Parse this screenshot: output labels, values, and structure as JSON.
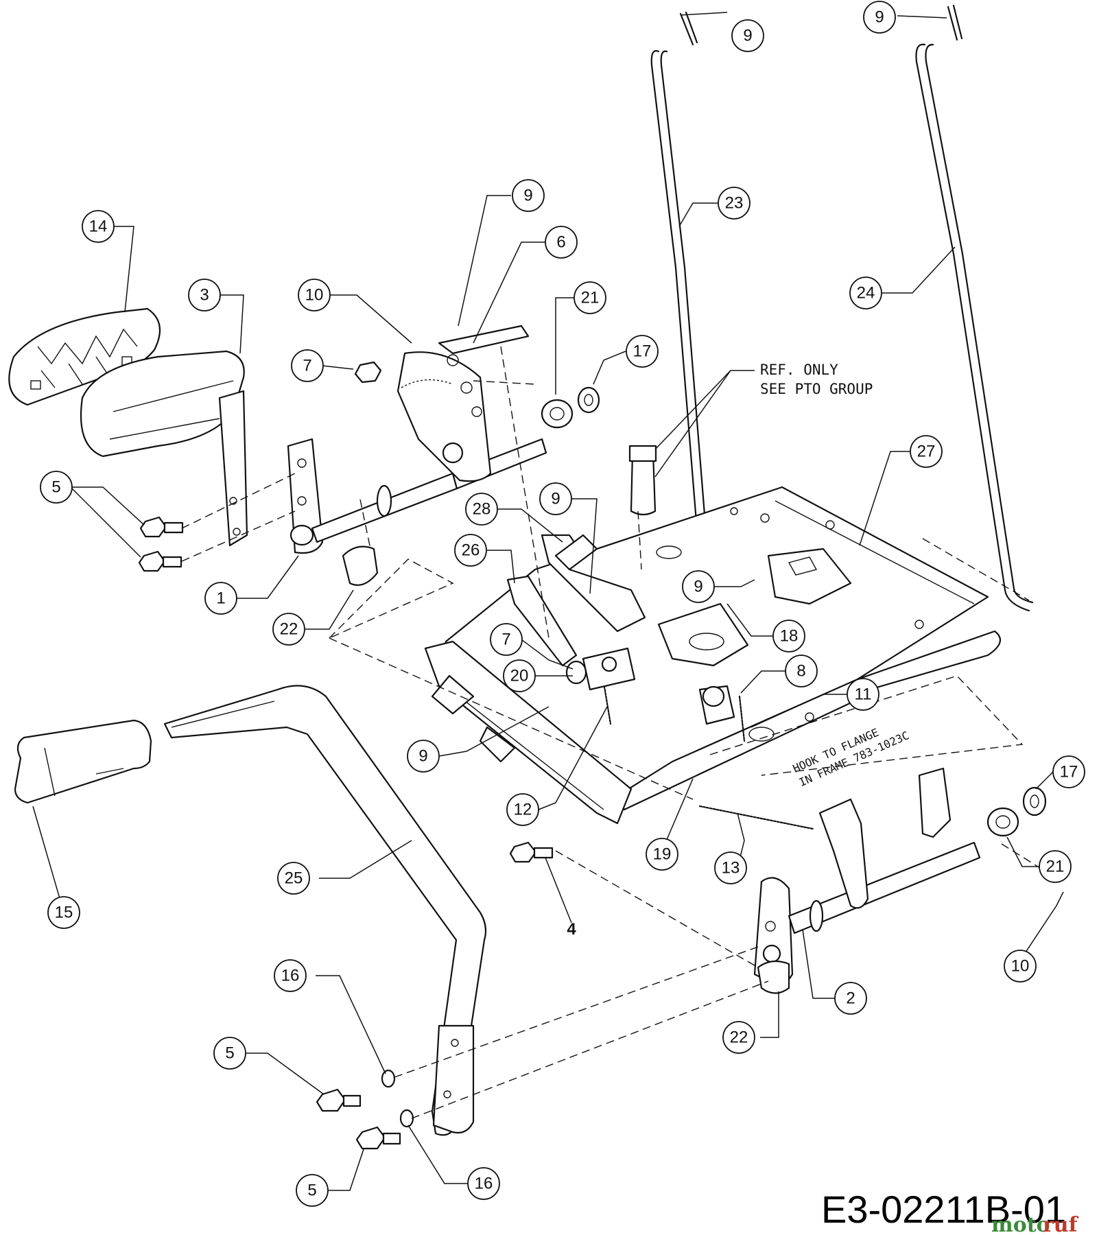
{
  "diagram": {
    "ref_note_line1": "REF. ONLY",
    "ref_note_line2": "SEE PTO GROUP",
    "hook_note_line1": "HOOK TO FLANGE",
    "hook_note_line2": "IN FRAME 783-1023C",
    "drawing_code": "E3-02211B-01",
    "watermark_a": "moto",
    "watermark_b": "ruf"
  },
  "callouts": [
    "9",
    "9",
    "9",
    "6",
    "10",
    "21",
    "17",
    "7",
    "14",
    "3",
    "23",
    "24",
    "27",
    "5",
    "1",
    "22",
    "28",
    "26",
    "9",
    "9",
    "18",
    "7",
    "20",
    "8",
    "11",
    "9",
    "12",
    "19",
    "13",
    "17",
    "21",
    "10",
    "15",
    "25",
    "4",
    "16",
    "5",
    "5",
    "16",
    "22",
    "2"
  ]
}
